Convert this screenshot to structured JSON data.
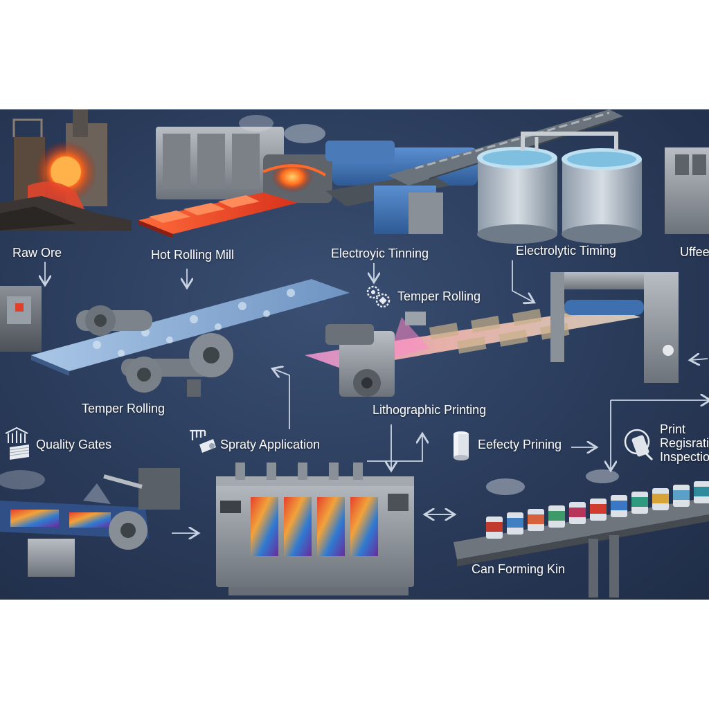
{
  "stages": {
    "raw_ore": "Raw Ore",
    "hot_rolling_mill": "Hot Rolling Mill",
    "electroyic_tinning": "Electroyic Tinning",
    "electrolytic_timing": "Electrolytic Timing",
    "uffee": "Uffee",
    "temper_rolling_top": "Temper Rolling",
    "temper_rolling": "Temper Rolling",
    "lithographic_printing": "Lithographic Printing",
    "quality_gates": "Quality Gates",
    "spraty_application": "Spraty Application",
    "eefecty_prining": "Eefecty Prining",
    "print_registration_line1": "Print",
    "print_registration_line2": "Regisrati",
    "print_registration_line3": "Inspectio",
    "can_forming_kin": "Can Forming Kin"
  },
  "icons": [
    "gear-icon",
    "stack-icon",
    "spray-icon",
    "can-icon",
    "inspection-icon"
  ],
  "colors": {
    "background": "#2a3b5a",
    "label_text": "#ffffff",
    "arrow": "#c9d3e2",
    "hot_metal": "#e8452a",
    "machine_steel": "#8f959c",
    "accent_blue": "#3f6fb0"
  }
}
